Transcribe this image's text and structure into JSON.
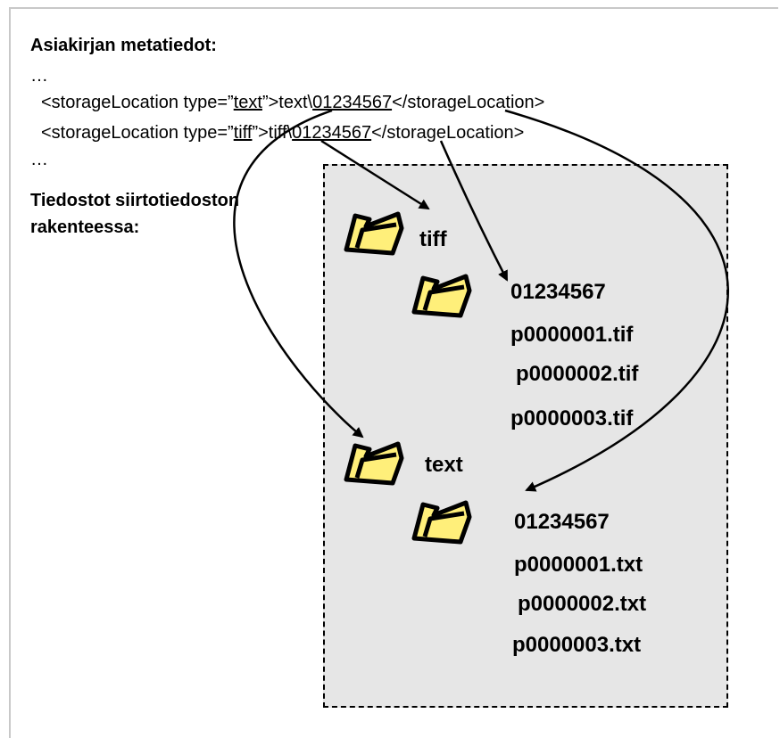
{
  "metadata_section": {
    "heading": "Asiakirjan metatiedot:",
    "ellipsis_top": "…",
    "ellipsis_bottom": "…",
    "line1": {
      "open": "<storageLocation type=”",
      "type_value": "text",
      "mid": "”>text\\",
      "id": "01234567",
      "close": "</storageLocation>"
    },
    "line2": {
      "open": "<storageLocation type=”",
      "type_value": "tiff",
      "mid": "”>tiff\\",
      "id": "01234567",
      "close": "</storageLocation>"
    }
  },
  "files_section": {
    "heading_line1": "Tiedostot siirtotiedoston",
    "heading_line2": "rakenteessa:"
  },
  "tree": {
    "tiff_folder": "tiff",
    "tiff_subfolder": "01234567",
    "tiff_files": [
      "p0000001.tif",
      "p0000002.tif",
      "p0000003.tif"
    ],
    "text_folder": "text",
    "text_subfolder": "01234567",
    "text_files": [
      "p0000001.txt",
      "p0000002.txt",
      "p0000003.txt"
    ]
  },
  "colors": {
    "folder_fill": "#ffef7a",
    "area_fill": "#e6e6e6"
  },
  "icons": {
    "folder": "folder-icon",
    "arrow": "arrow"
  }
}
